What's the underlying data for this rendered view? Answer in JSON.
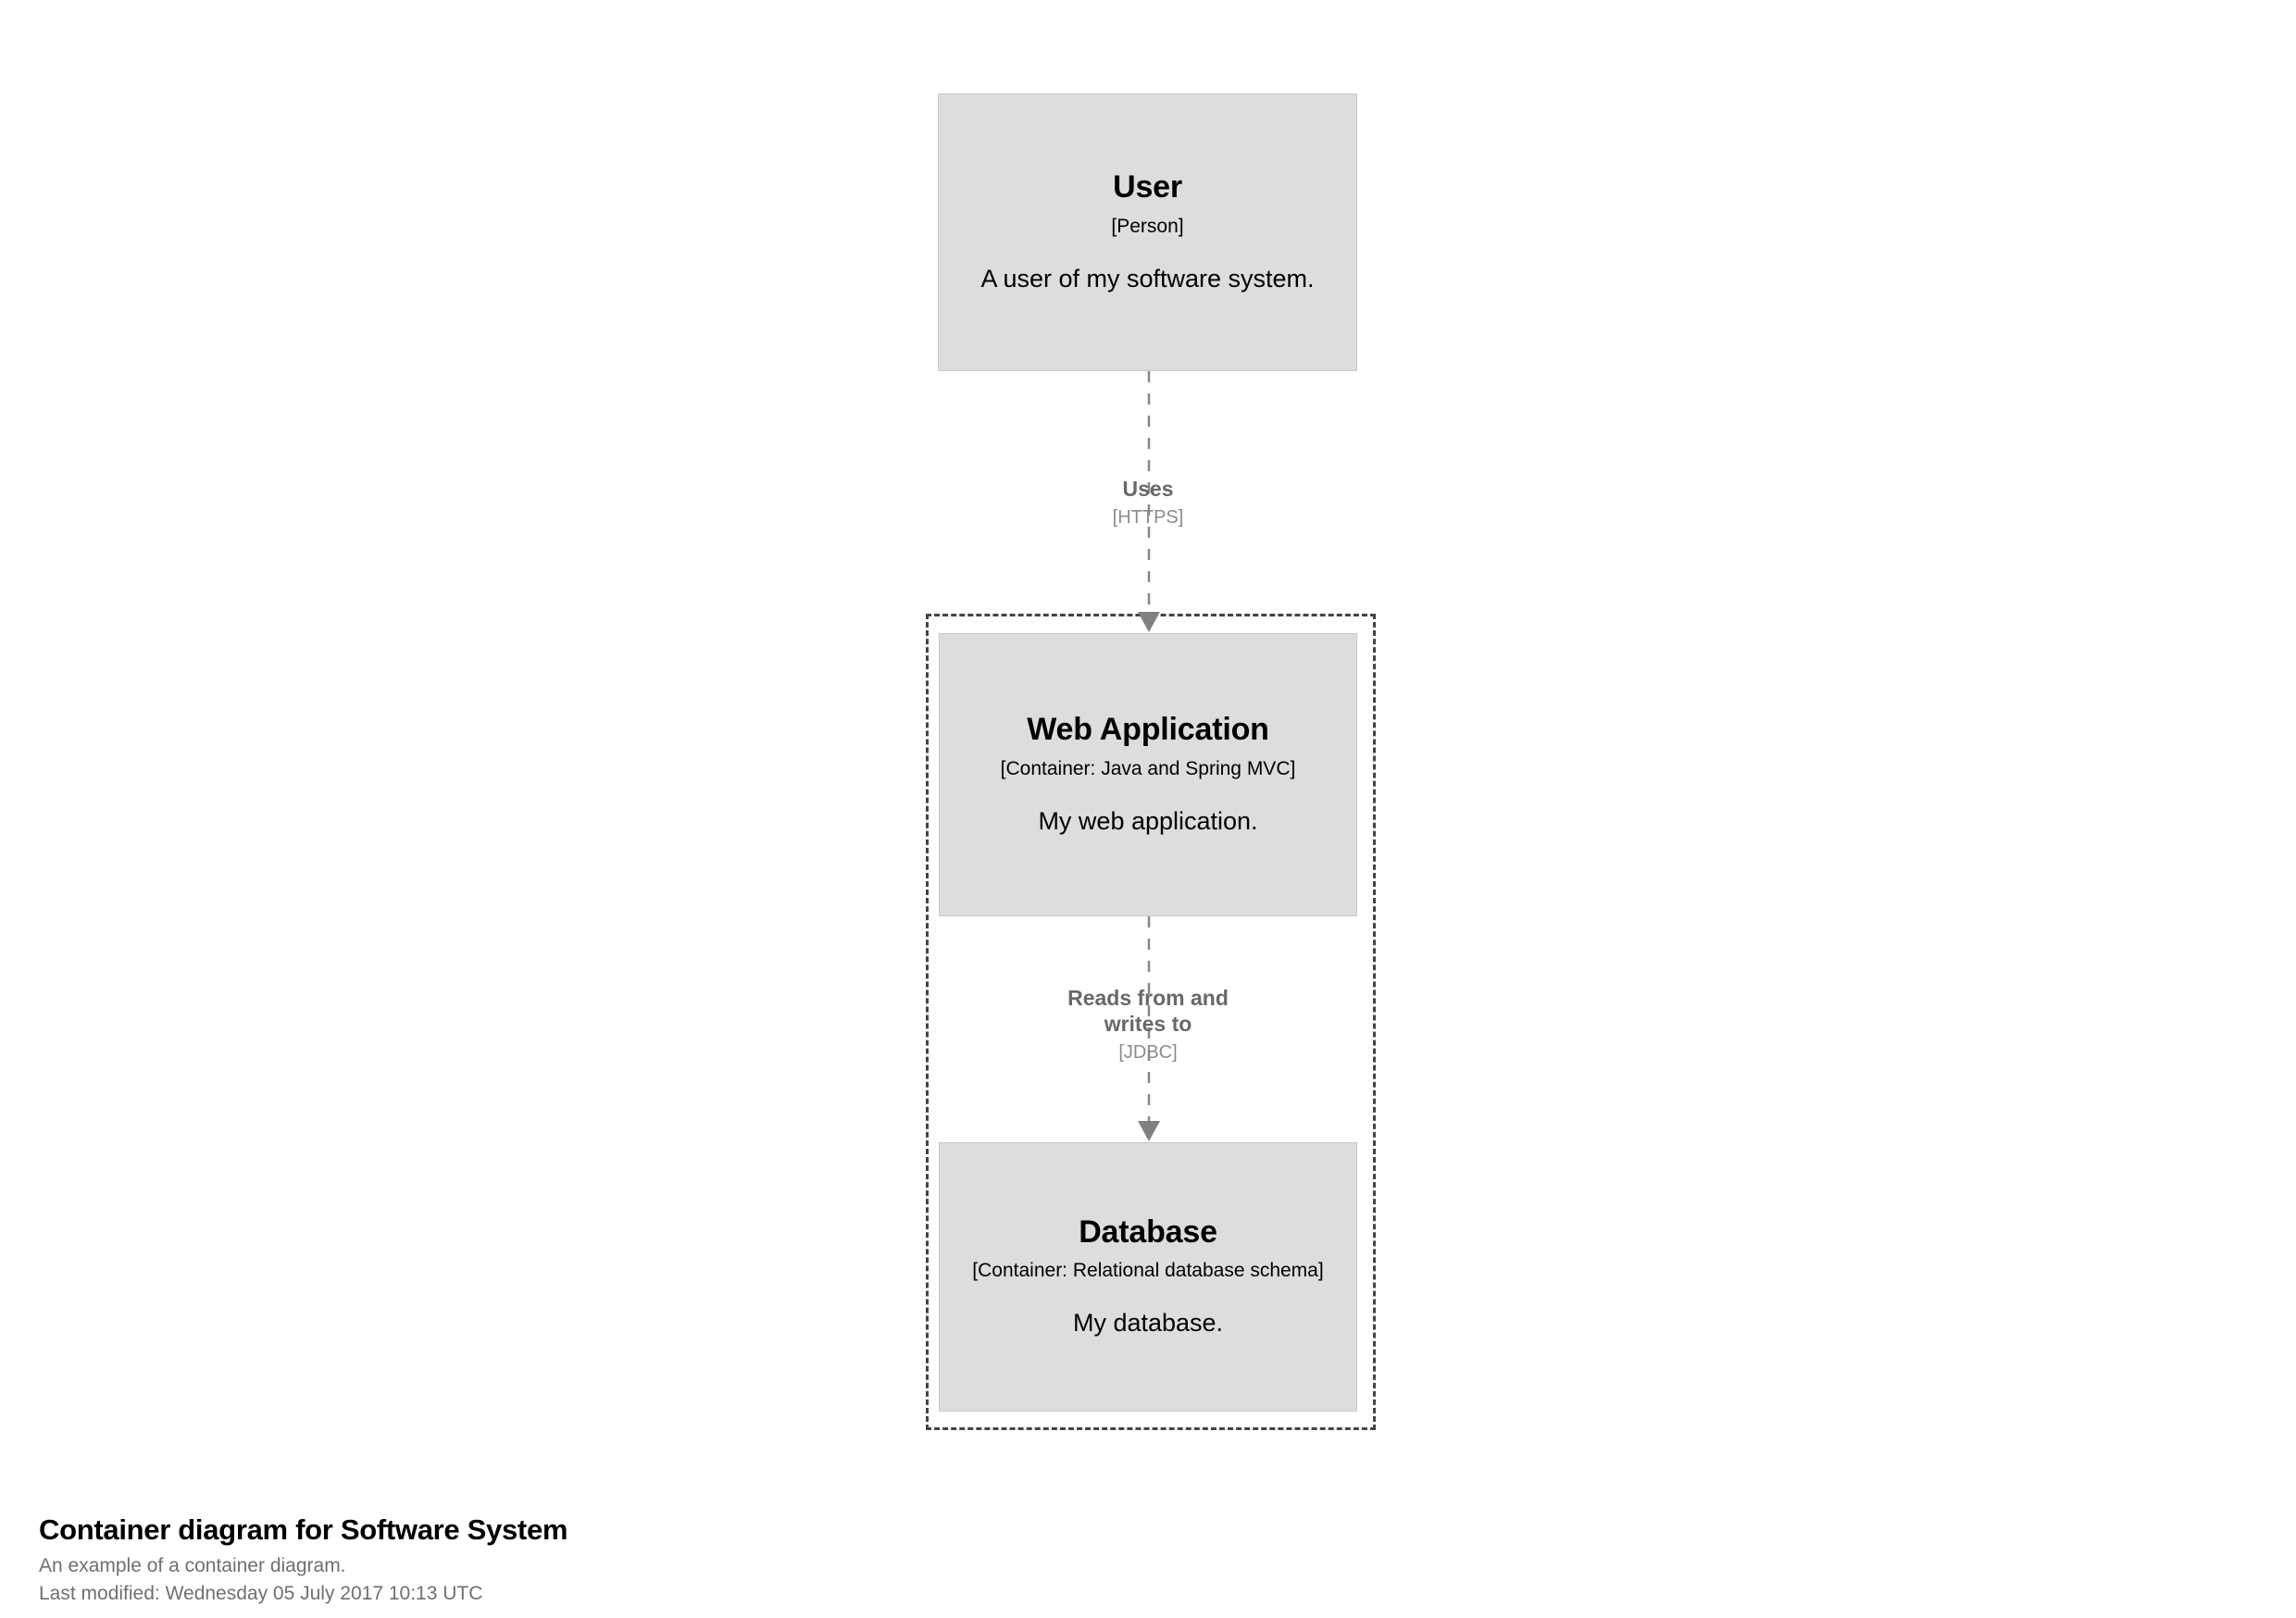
{
  "diagram": {
    "type": "c4-container-diagram",
    "boundary": {
      "label": "",
      "style": "dashed"
    },
    "nodes": [
      {
        "id": "user",
        "name": "User",
        "technology": "[Person]",
        "description": "A user of my software system.",
        "fill": "#dddddd",
        "stroke": "#c9c9c9"
      },
      {
        "id": "web-application",
        "name": "Web Application",
        "technology": "[Container: Java and Spring MVC]",
        "description": "My web application.",
        "fill": "#dddddd",
        "stroke": "#c9c9c9"
      },
      {
        "id": "database",
        "name": "Database",
        "technology": "[Container: Relational database schema]",
        "description": "My database.",
        "fill": "#dddddd",
        "stroke": "#c9c9c9"
      }
    ],
    "relationships": [
      {
        "id": "user-to-webapp",
        "source": "user",
        "target": "web-application",
        "description": "Uses",
        "technology": "[HTTPS]",
        "line_color": "#878787",
        "label_color": "#686868"
      },
      {
        "id": "webapp-to-database",
        "source": "web-application",
        "target": "database",
        "description_line1": "Reads from and",
        "description_line2": "writes to",
        "technology": "[JDBC]",
        "line_color": "#878787",
        "label_color": "#686868"
      }
    ]
  },
  "caption": {
    "title": "Container diagram for Software System",
    "subtitle": "An example of a container diagram.",
    "last_modified": "Last modified: Wednesday 05 July 2017 10:13 UTC"
  }
}
